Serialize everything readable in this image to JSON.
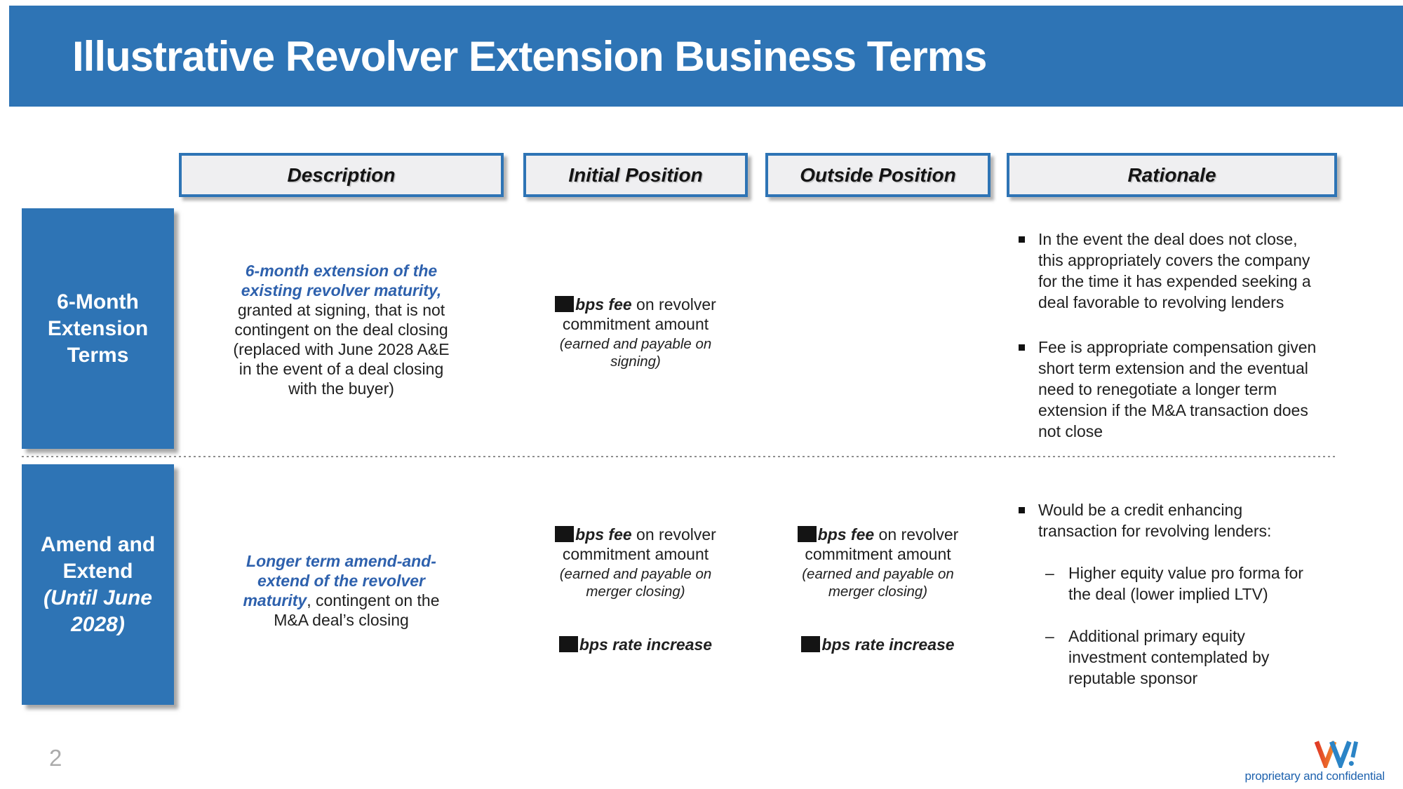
{
  "colors": {
    "banner_blue": "#2E74B5",
    "accent_text_blue": "#2E61AD",
    "header_box_fill": "#EFEFF1",
    "header_box_border": "#2E74B5",
    "dash_gray": "#8F8F8F",
    "page_number_gray": "#ABABAB",
    "footer_text_blue": "#1E62AE",
    "logo_red": "#E03A26",
    "logo_orange": "#F28A2D",
    "logo_blue": "#2B84C6",
    "redaction_black": "#141414"
  },
  "header": {
    "title": "Illustrative Revolver Extension Business Terms"
  },
  "columns": {
    "description": "Description",
    "initial": "Initial Position",
    "outside": "Outside Position",
    "rationale": "Rationale"
  },
  "glyphs": {
    "dash": "–"
  },
  "row1": {
    "label": "6-Month\nExtension\nTerms",
    "description_highlight": "6-month extension of the\nexisting revolver maturity,",
    "description_body": "\ngranted at signing, that is not\ncontingent on the deal closing\n(replaced with June 2028 A&E\nin the event of a deal closing\nwith the buyer)",
    "initial_fee_bold": "bps fee",
    "initial_fee_text": " on revolver\ncommitment amount",
    "initial_fee_note": "(earned and payable on\nsigning)",
    "rationale_bullets": [
      "In the event the deal does not close,\nthis appropriately covers the company\nfor the time it has expended seeking a\ndeal favorable to revolving lenders",
      "Fee is appropriate compensation given\nshort term extension and the eventual\nneed to renegotiate a longer term\nextension if the M&A transaction does\nnot close"
    ]
  },
  "row2": {
    "label_main": "Amend and\nExtend",
    "label_italic": "(Until June\n2028)",
    "description_highlight": "Longer term amend-and-\nextend of the revolver\nmaturity",
    "description_body": ", contingent on the\nM&A deal’s closing",
    "initial_fee_bold": "bps fee",
    "initial_fee_text": " on revolver\ncommitment amount",
    "initial_fee_note": "(earned and payable on\nmerger closing)",
    "initial_rate": "bps rate increase",
    "outside_fee_bold": "bps fee",
    "outside_fee_text": " on revolver\ncommitment amount",
    "outside_fee_note": "(earned and payable on\nmerger closing)",
    "outside_rate": "bps rate increase",
    "rationale_bullet": "Would be a credit enhancing\ntransaction for revolving lenders:",
    "rationale_subs": [
      "Higher equity value pro forma for\nthe deal (lower implied LTV)",
      "Additional primary equity\ninvestment contemplated by\nreputable sponsor"
    ]
  },
  "footer": {
    "page_number": "2",
    "confidentiality": "proprietary and confidential",
    "logo_text": "W!"
  }
}
